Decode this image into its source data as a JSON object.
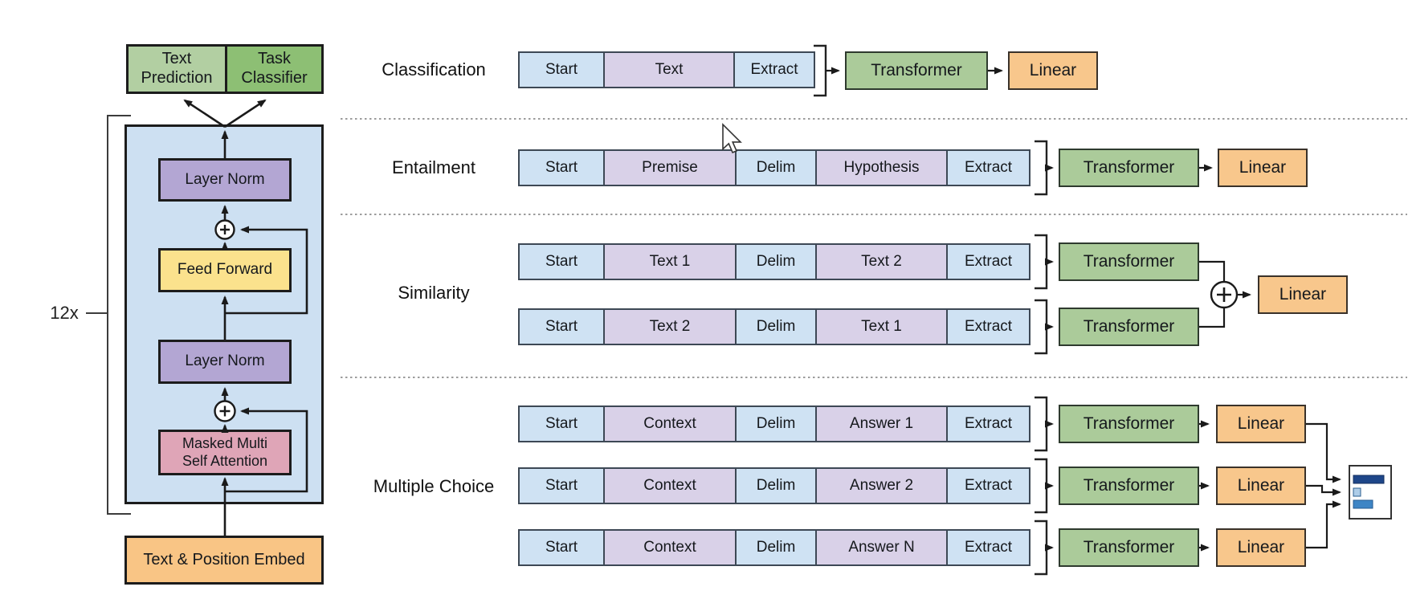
{
  "left_diagram": {
    "repeat_label": "12x",
    "text_prediction": "Text Prediction",
    "task_classifier": "Task Classifier",
    "layer_norm_top": "Layer Norm",
    "feed_forward": "Feed Forward",
    "masked_attention_line1": "Masked Multi",
    "masked_attention_line2": "Self Attention",
    "layer_norm_bottom": "Layer Norm",
    "embed": "Text & Position Embed",
    "residual_add_icon": "+"
  },
  "tasks": {
    "classification": {
      "label": "Classification",
      "cells": [
        "Start",
        "Text",
        "Extract"
      ],
      "transformer": "Transformer",
      "linear": "Linear"
    },
    "entailment": {
      "label": "Entailment",
      "cells": [
        "Start",
        "Premise",
        "Delim",
        "Hypothesis",
        "Extract"
      ],
      "transformer": "Transformer",
      "linear": "Linear"
    },
    "similarity": {
      "label": "Similarity",
      "rows": [
        [
          "Start",
          "Text 1",
          "Delim",
          "Text 2",
          "Extract"
        ],
        [
          "Start",
          "Text 2",
          "Delim",
          "Text 1",
          "Extract"
        ]
      ],
      "transformer": "Transformer",
      "sum_icon": "+",
      "linear": "Linear"
    },
    "multiple_choice": {
      "label": "Multiple Choice",
      "rows": [
        [
          "Start",
          "Context",
          "Delim",
          "Answer 1",
          "Extract"
        ],
        [
          "Start",
          "Context",
          "Delim",
          "Answer 2",
          "Extract"
        ],
        [
          "Start",
          "Context",
          "Delim",
          "Answer N",
          "Extract"
        ]
      ],
      "transformer": "Transformer",
      "linear": "Linear"
    }
  },
  "colors": {
    "cell_blue": "#cfe2f3",
    "cell_purple": "#d9d1e8",
    "container_blue": "#cde0f2",
    "layer_norm_purple": "#b3a6d3",
    "feed_forward_yellow": "#fbe28d",
    "attention_pink": "#dfa5b7",
    "embed_orange": "#f9c585",
    "transformer_green": "#abcb9a",
    "prediction_light_green": "#b2cfa2",
    "classifier_green": "#8dbf74",
    "linear_orange": "#f8c78c",
    "bar_dark_blue": "#1e4689",
    "bar_light_blue": "#aecde8",
    "bar_mid_blue": "#3e85c5"
  }
}
